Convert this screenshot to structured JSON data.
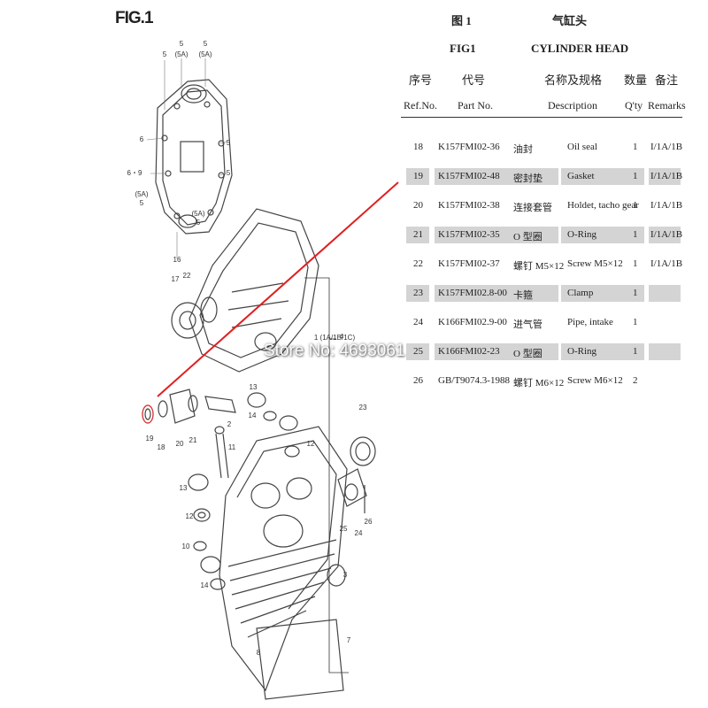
{
  "figure": {
    "label": "FIG.1"
  },
  "header": {
    "cn_figure": "图 1",
    "cn_title": "气缸头",
    "en_figure": "FIG1",
    "en_title": "CYLINDER HEAD"
  },
  "columns": {
    "cn": [
      "序号",
      "代号",
      "名称及规格",
      "数量",
      "备注"
    ],
    "en": [
      "Ref.No.",
      "Part No.",
      "Description",
      "Q'ty",
      "Remarks"
    ]
  },
  "rows": [
    {
      "ref": "18",
      "part": "K157FMI02-36",
      "cn": "油封",
      "desc": "Oil seal",
      "qty": "1",
      "remarks": "I/1A/1B",
      "shaded": false
    },
    {
      "ref": "19",
      "part": "K157FMI02-48",
      "cn": "密封垫",
      "desc": "Gasket",
      "qty": "1",
      "remarks": "I/1A/1B",
      "shaded": true
    },
    {
      "ref": "20",
      "part": "K157FMI02-38",
      "cn": "连接套管",
      "desc": "Holdet, tacho gear",
      "qty": "1",
      "remarks": "I/1A/1B",
      "shaded": false
    },
    {
      "ref": "21",
      "part": "K157FMI02-35",
      "cn": "O 型圈",
      "desc": "O-Ring",
      "qty": "1",
      "remarks": "I/1A/1B",
      "shaded": true
    },
    {
      "ref": "22",
      "part": "K157FMI02-37",
      "cn": "螺钉 M5×12",
      "desc": "Screw M5×12",
      "qty": "1",
      "remarks": "I/1A/1B",
      "shaded": false
    },
    {
      "ref": "23",
      "part": "K157FMI02.8-00",
      "cn": "卡箍",
      "desc": "Clamp",
      "qty": "1",
      "remarks": "",
      "shaded": true
    },
    {
      "ref": "24",
      "part": "K166FMI02.9-00",
      "cn": "进气管",
      "desc": "Pipe, intake",
      "qty": "1",
      "remarks": "",
      "shaded": false
    },
    {
      "ref": "25",
      "part": "K166FMI02-23",
      "cn": "O 型圈",
      "desc": "O-Ring",
      "qty": "1",
      "remarks": "",
      "shaded": true
    },
    {
      "ref": "26",
      "part": "GB/T9074.3-1988",
      "cn": "螺钉 M6×12",
      "desc": "Screw M6×12",
      "qty": "2",
      "remarks": "",
      "shaded": false
    }
  ],
  "watermark": "Store No: 4693061",
  "callouts": [
    "5",
    "(5A)",
    "5",
    "(5A)",
    "5",
    "6",
    "5",
    "6・9",
    "5",
    "(5A)",
    "5",
    "(5A)",
    "5",
    "16",
    "17",
    "22",
    "1 (1A/1B/1C)",
    "19",
    "18",
    "20",
    "21",
    "2",
    "13",
    "14",
    "12",
    "11",
    "13",
    "12",
    "10",
    "14",
    "23",
    "25",
    "24",
    "26",
    "3",
    "8",
    "7",
    "4"
  ],
  "colors": {
    "highlight_circle": "#d83a3a",
    "pointer_line": "#e02020",
    "row_shade": "#d4d4d4"
  }
}
